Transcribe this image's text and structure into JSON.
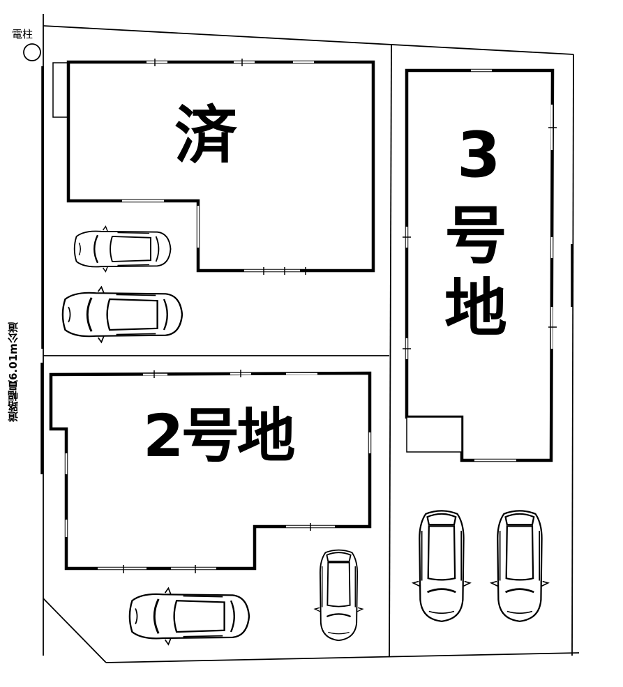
{
  "diagram": {
    "type": "site-plan",
    "colors": {
      "line": "#000000",
      "background": "#ffffff",
      "window": "#ffffff"
    },
    "utility_pole": {
      "label": "電柱",
      "symbol": "circle"
    },
    "road": {
      "label": "道路幅員6.01m公道"
    },
    "lots": [
      {
        "id": "sold",
        "label": "済",
        "parking_spaces": 2
      },
      {
        "id": "lot-2",
        "label": "2号地",
        "parking_spaces": 2
      },
      {
        "id": "lot-3",
        "label_lines": [
          "3",
          "号",
          "地"
        ],
        "label": "3号地",
        "parking_spaces": 2
      }
    ],
    "cars_total": 6
  }
}
